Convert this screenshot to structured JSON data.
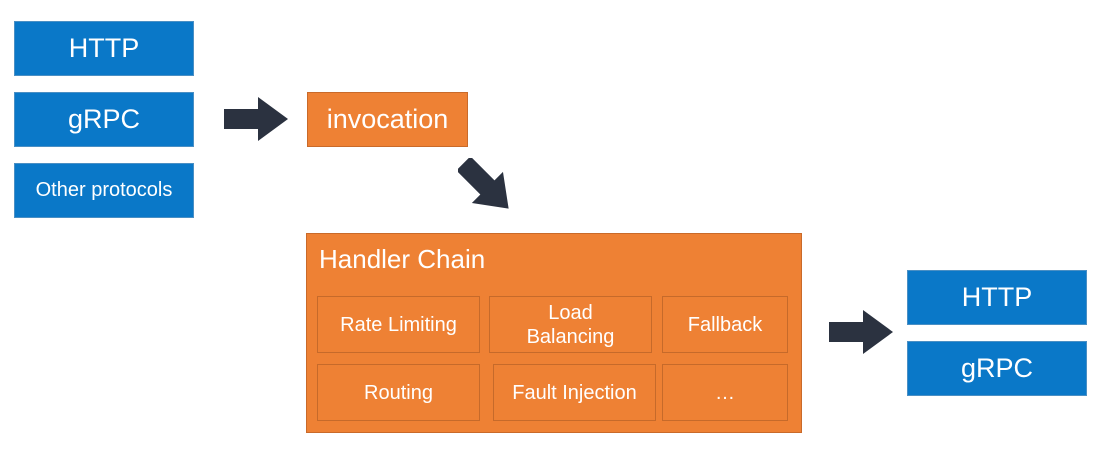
{
  "input_protocols": {
    "items": [
      "HTTP",
      "gRPC",
      "Other protocols"
    ]
  },
  "invocation": {
    "label": "invocation"
  },
  "handler_chain": {
    "title": "Handler Chain",
    "cells": [
      "Rate Limiting",
      "Load\nBalancing",
      "Fallback",
      "Routing",
      "Fault Injection",
      "…"
    ]
  },
  "output_protocols": {
    "items": [
      "HTTP",
      "gRPC"
    ]
  },
  "colors": {
    "protocol_blue": "#0a78c8",
    "handler_orange": "#ee8134",
    "arrow_dark": "#2b3240"
  }
}
